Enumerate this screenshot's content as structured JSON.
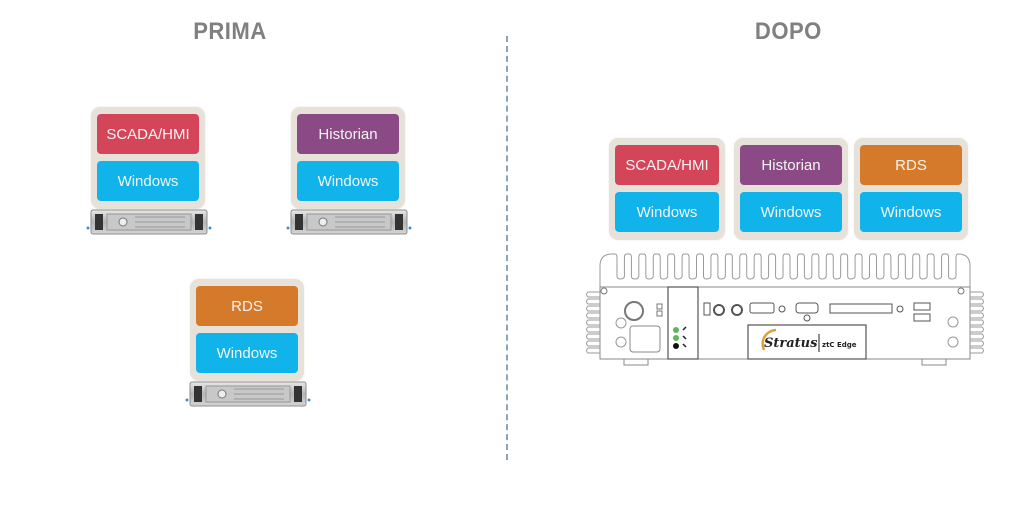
{
  "before": {
    "title": "PRIMA",
    "servers": [
      {
        "app": "SCADA/HMI",
        "app_color": "#d5455a",
        "os": "Windows"
      },
      {
        "app": "Historian",
        "app_color": "#8b4a86",
        "os": "Windows"
      },
      {
        "app": "RDS",
        "app_color": "#d47a2a",
        "os": "Windows"
      }
    ]
  },
  "after": {
    "title": "DOPO",
    "vms": [
      {
        "app": "SCADA/HMI",
        "app_color": "#d5455a",
        "os": "Windows"
      },
      {
        "app": "Historian",
        "app_color": "#8b4a86",
        "os": "Windows"
      },
      {
        "app": "RDS",
        "app_color": "#d47a2a",
        "os": "Windows"
      }
    ],
    "device": {
      "brand": "Stratus",
      "model": "ztC Edge"
    }
  },
  "colors": {
    "os": "#10b3ea",
    "card_bg": "#e6e2d9",
    "heading": "#808080",
    "divider": "#8aa4b8"
  }
}
